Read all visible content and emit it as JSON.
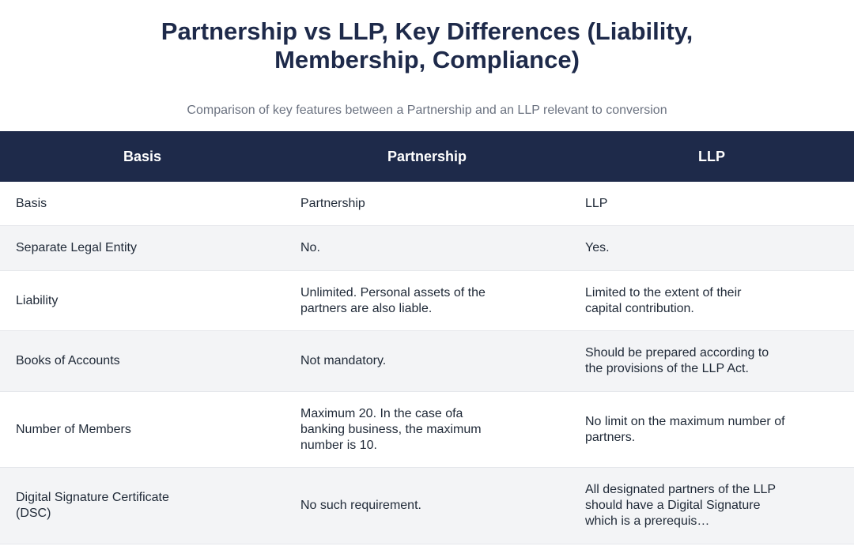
{
  "title": "Partnership vs LLP, Key Differences (Liability, Membership, Compliance)",
  "subtitle": "Comparison of key features between a Partnership and an LLP relevant to conversion",
  "table": {
    "headers": [
      "Basis",
      "Partnership",
      "LLP"
    ],
    "rows": [
      [
        "Basis",
        "Partnership",
        "LLP"
      ],
      [
        "Separate Legal Entity",
        "No.",
        "Yes."
      ],
      [
        "Liability",
        "Unlimited. Personal assets of the partners are also liable.",
        "Limited to the extent of their capital contribution."
      ],
      [
        "Books of Accounts",
        "Not mandatory.",
        "Should be prepared according to the provisions of the LLP Act."
      ],
      [
        "Number of Members",
        "Maximum 20. In the case ofa banking business, the maximum number is 10.",
        "No limit on the maximum number of partners."
      ],
      [
        "Digital Signature Certificate (DSC)",
        "No such requirement.",
        "All designated partners of the LLP should have a Digital Signature which is a prerequis…"
      ]
    ]
  },
  "colors": {
    "header_bg": "#1e2a4a",
    "header_text": "#ffffff",
    "stripe_bg": "#f3f4f6",
    "subtitle_text": "#6b7280"
  }
}
